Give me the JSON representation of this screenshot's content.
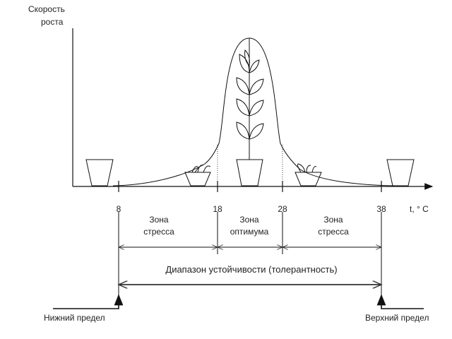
{
  "y_axis_label": [
    "Скорость",
    "роста"
  ],
  "x_axis_label": "t, ° C",
  "ticks": [
    "8",
    "18",
    "28",
    "38"
  ],
  "zones": [
    {
      "line1": "Зона",
      "line2": "стресса"
    },
    {
      "line1": "Зона",
      "line2": "оптимума"
    },
    {
      "line1": "Зона",
      "line2": "стресса"
    }
  ],
  "tolerance_label": "Диапазон устойчивости (толерантность)",
  "lower_limit": "Нижний предел",
  "upper_limit": "Верхний предел"
}
